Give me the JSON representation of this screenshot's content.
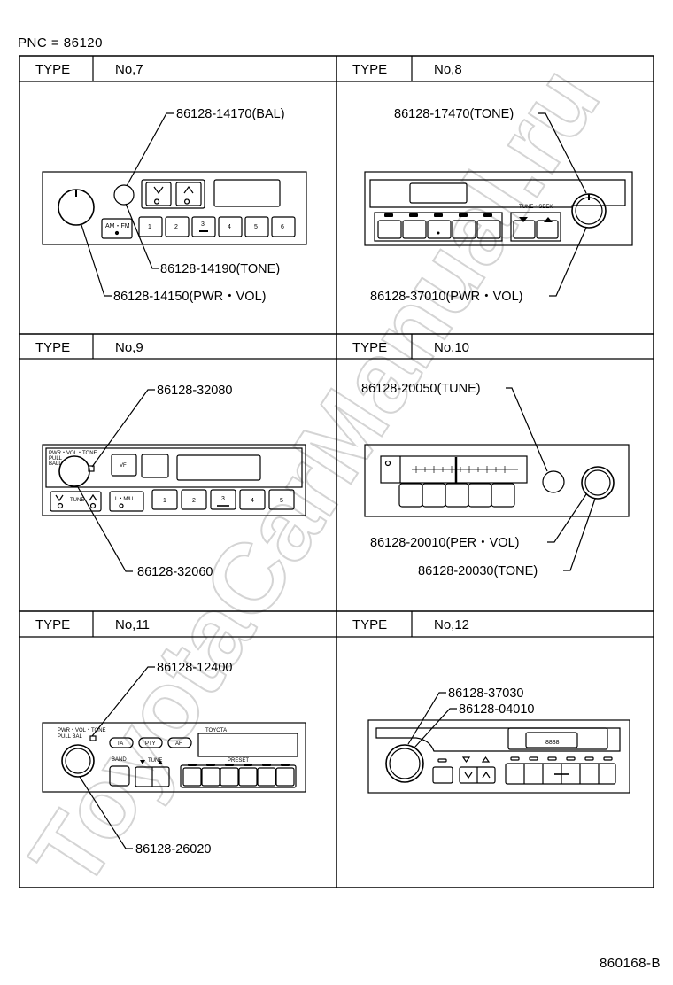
{
  "pnc_label": "PNC = 86120",
  "document_number": "860168-B",
  "watermark": "ToyotaCarManual.ru",
  "panels": [
    {
      "type_label": "TYPE",
      "type_value": "No,7",
      "callouts": [
        "86128-14170(BAL)",
        "86128-14190(TONE)",
        "86128-14150(PWR・VOL)"
      ],
      "buttons": [
        "AM・FM",
        "1",
        "2",
        "3",
        "4",
        "5",
        "6"
      ]
    },
    {
      "type_label": "TYPE",
      "type_value": "No,8",
      "callouts": [
        "86128-17470(TONE)",
        "86128-37010(PWR・VOL)"
      ],
      "buttons": [
        "TUNE・SEEK"
      ]
    },
    {
      "type_label": "TYPE",
      "type_value": "No,9",
      "callouts": [
        "86128-32080",
        "86128-32060"
      ],
      "buttons": [
        "PWR・VOL・TONE",
        "PULL",
        "BALL",
        "VF",
        "TUNE",
        "L・M/U",
        "1",
        "2",
        "3",
        "4",
        "5"
      ]
    },
    {
      "type_label": "TYPE",
      "type_value": "No,10",
      "callouts": [
        "86128-20050(TUNE)",
        "86128-20010(PER・VOL)",
        "86128-20030(TONE)"
      ],
      "buttons": []
    },
    {
      "type_label": "TYPE",
      "type_value": "No,11",
      "callouts": [
        "86128-12400",
        "86128-26020"
      ],
      "buttons": [
        "PWR・VOL・TONE",
        "PULL BAL",
        "TOYOTA",
        "TA",
        "PTY",
        "AF",
        "BAND",
        "TUNE",
        "PRESET"
      ]
    },
    {
      "type_label": "TYPE",
      "type_value": "No,12",
      "callouts": [
        "86128-37030",
        "86128-04010"
      ],
      "buttons": [
        "8888"
      ]
    }
  ]
}
